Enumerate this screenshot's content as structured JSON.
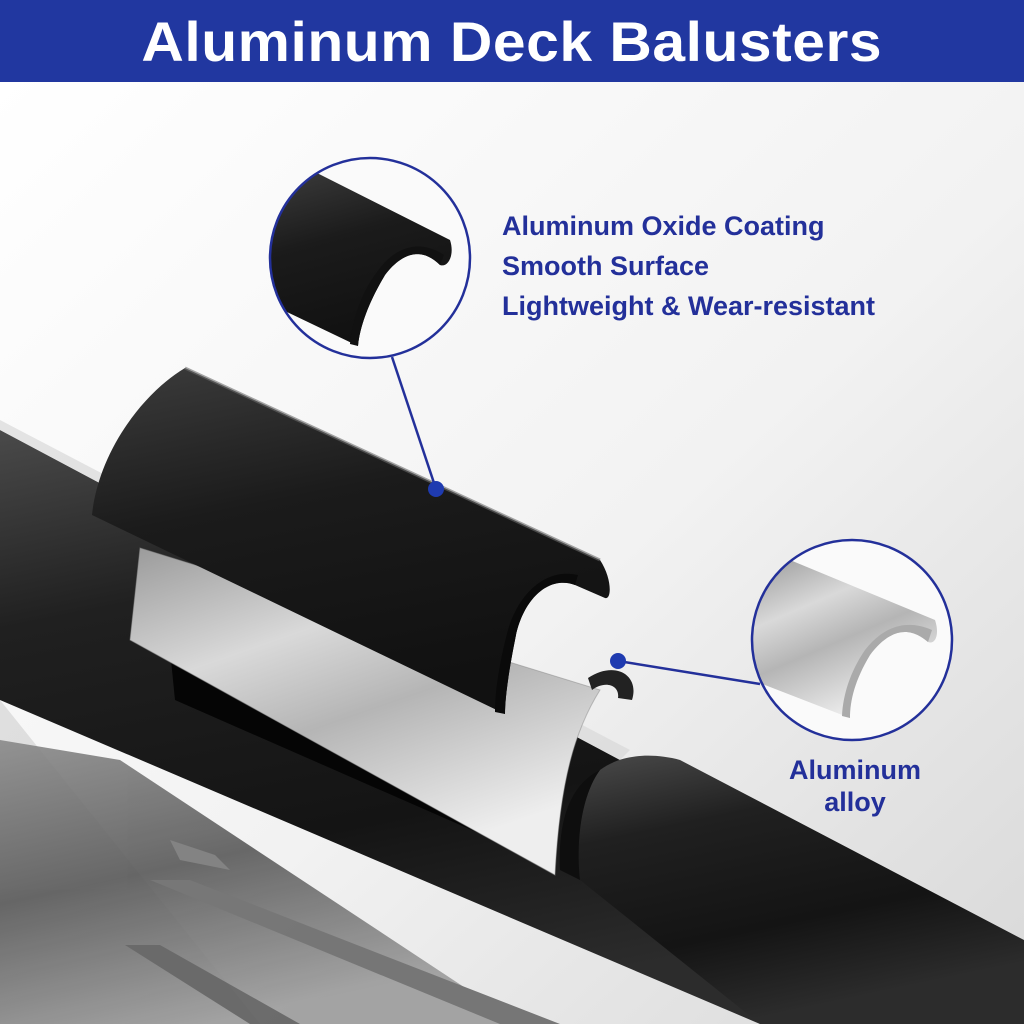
{
  "header": {
    "title": "Aluminum Deck Balusters",
    "background_color": "#2137a0",
    "text_color": "#ffffff"
  },
  "callouts": {
    "coating": {
      "icon": "black-coating-half-pipe",
      "features": [
        "Aluminum Oxide Coating",
        "Smooth Surface",
        "Lightweight & Wear-resistant"
      ]
    },
    "core": {
      "icon": "aluminum-alloy-half-pipe",
      "label_line1": "Aluminum",
      "label_line2": "alloy"
    }
  },
  "colors": {
    "accent_blue": "#23309a",
    "marker_blue": "#1f3bb0",
    "coating_black": "#1c1c1c",
    "alloy_silver": "#c8c8c8"
  }
}
